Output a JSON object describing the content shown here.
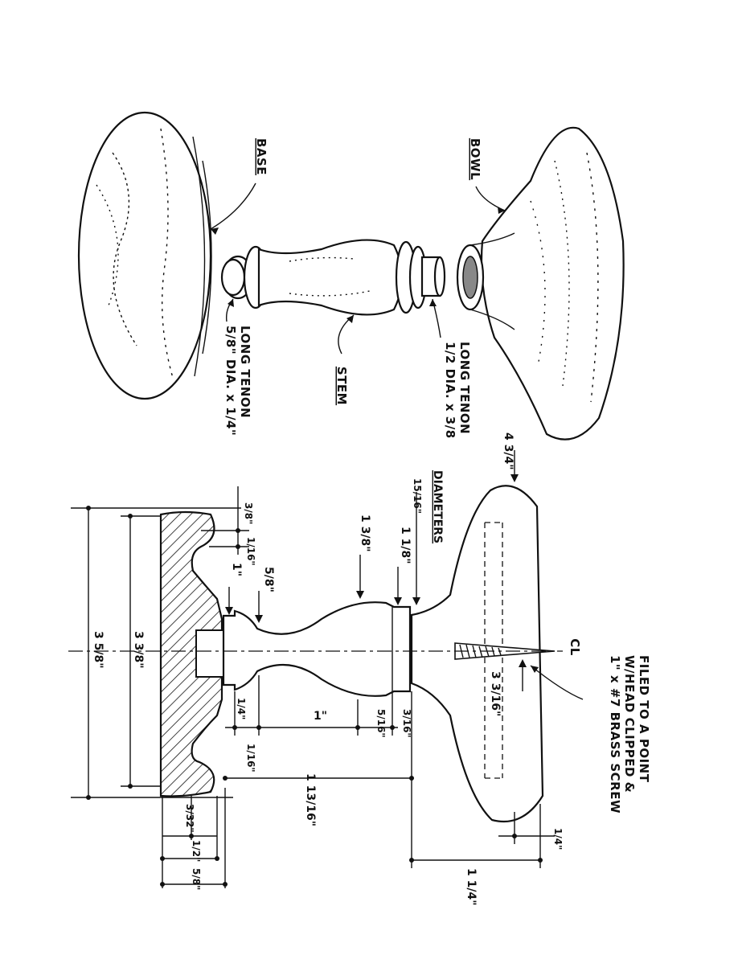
{
  "labels": {
    "base": "BASE",
    "stem": "STEM",
    "bowl": "BOWL",
    "base_tenon": "5/8\" DIA. x 1/4\" LONG TENON",
    "bowl_tenon": "1/2 DIA. x 3/8 LONG TENON",
    "diameters": "DIAMETERS",
    "screw_note": "1\" x #7 BRASS SCREW W/HEAD CLIPPED & FILED TO A POINT",
    "centerline": "CL"
  },
  "dimensions": {
    "bowl_top": "4 3/4\"",
    "stem_collar_upper": "15/16\"",
    "stem_collar": "1 1/8\"",
    "stem_bulb": "1 3/8\"",
    "neck": "5/8\"",
    "base_collar": "1\"",
    "base_groove": "1/16\"",
    "base_step": "3/8\"",
    "base_top_dia": "3 3/8\"",
    "base_overall_dia": "3 5/8\"",
    "bowl_hole": "3 3/16\"",
    "base_tenon_len": "1/4\"",
    "stem_length": "1\"",
    "stem_seg1": "5/16\"",
    "stem_seg2": "3/16\"",
    "base_lip": "1/16\"",
    "stem_to_base": "1 13/16\"",
    "base_edge": "3/32\"",
    "base_half": "1/2\"",
    "base_height": "5/8\"",
    "bowl_bottom": "1/4\"",
    "bowl_height": "1 1/4\""
  }
}
